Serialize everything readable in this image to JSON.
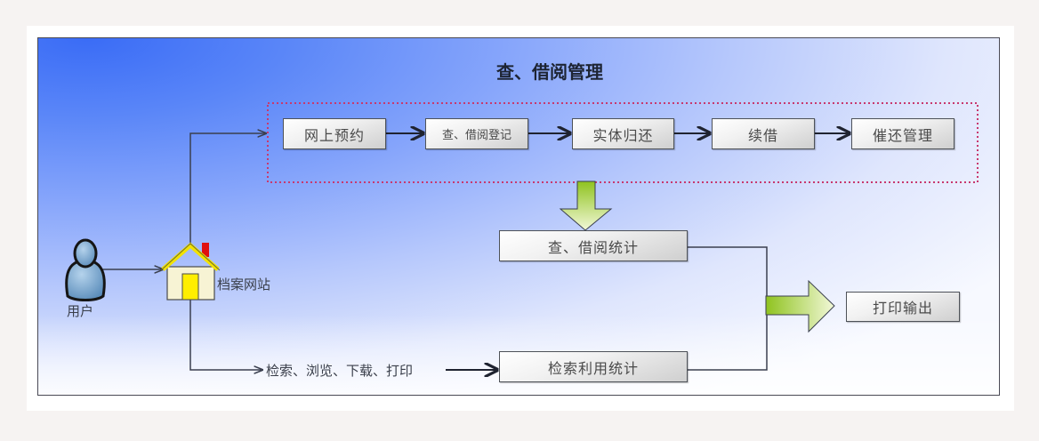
{
  "diagram": {
    "title": "查、借阅管理",
    "actors": {
      "user_label": "用户",
      "site_label": "档案网站"
    },
    "borrow_flow": {
      "steps": [
        "网上预约",
        "查、借阅登记",
        "实体归还",
        "续借",
        "催还管理"
      ]
    },
    "stats": {
      "borrow_stats": "查、借阅统计",
      "search_stats": "检索利用统计"
    },
    "search_path_label": "检索、浏览、下载、打印",
    "output": "打印输出",
    "colors": {
      "background_top_left": "#3a6cf6",
      "background_fade": "#f7f9ff",
      "group_border_dots": "#c8386e",
      "connector": "#3a3f4e",
      "green_arrow_dark": "#8fc31f",
      "green_arrow_light": "#f2f8d8",
      "house_wall": "#f7f3d4",
      "house_roof": "#f2e200",
      "house_door": "#ffee00",
      "house_chimney": "#e01010",
      "user_icon": "#6f9fc8"
    }
  }
}
